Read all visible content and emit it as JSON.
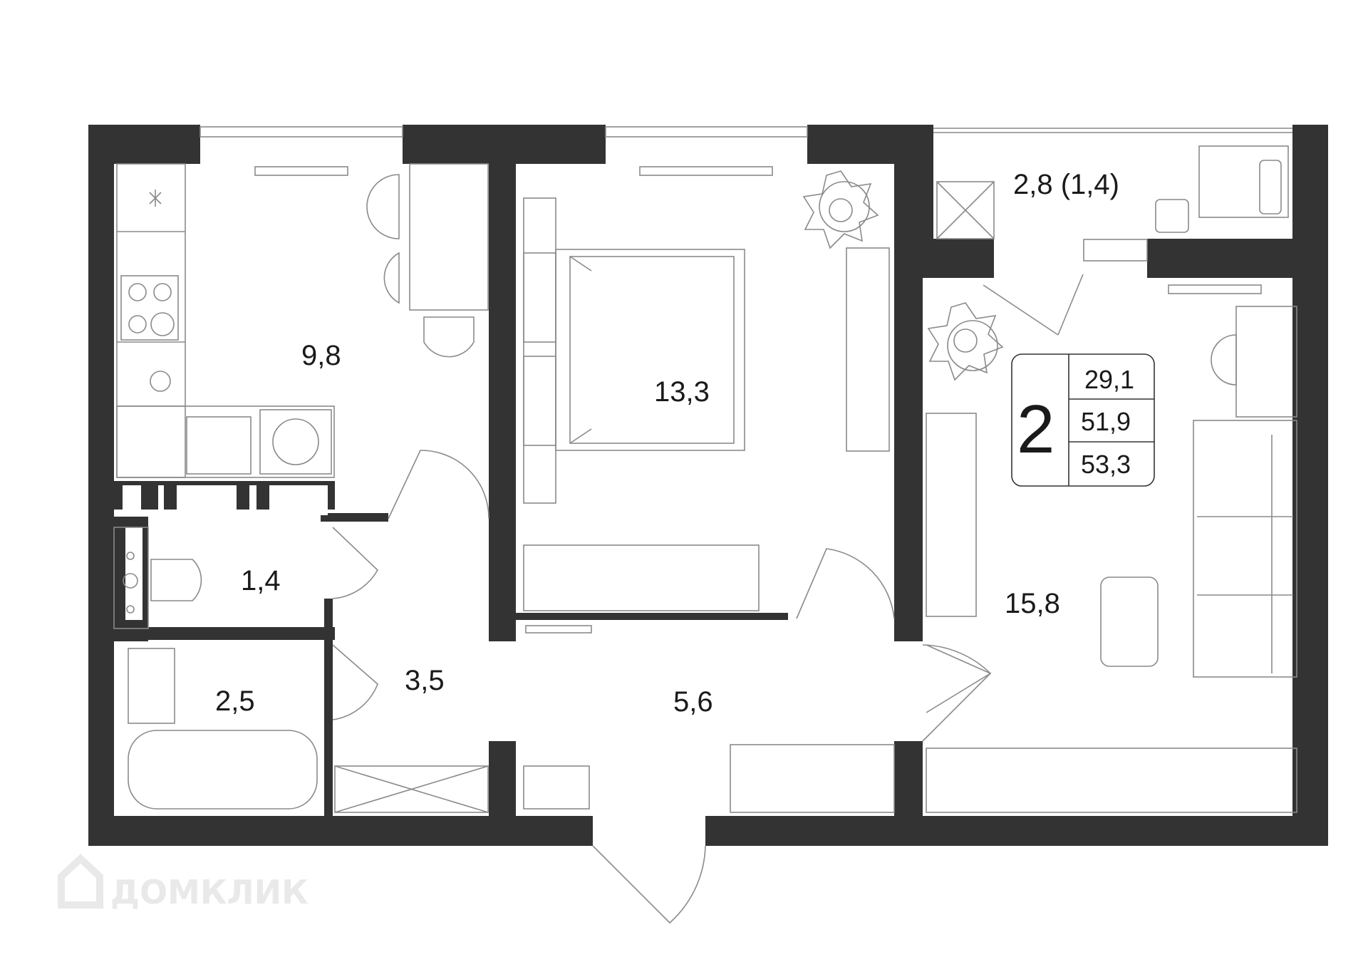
{
  "rooms": {
    "kitchen": "9,8",
    "bedroom": "13,3",
    "balcony": "2,8 (1,4)",
    "living": "15,8",
    "wc": "1,4",
    "bath": "2,5",
    "hall_left": "3,5",
    "hall_center": "5,6"
  },
  "summary": {
    "room_count": "2",
    "living_area": "29,1",
    "total_area": "51,9",
    "total_with_balcony": "53,3"
  },
  "watermark": {
    "text": "ДОМКЛИК",
    "icon": "house-logo-icon"
  },
  "colors": {
    "wall": "#333333",
    "line": "#8a8a8a"
  }
}
